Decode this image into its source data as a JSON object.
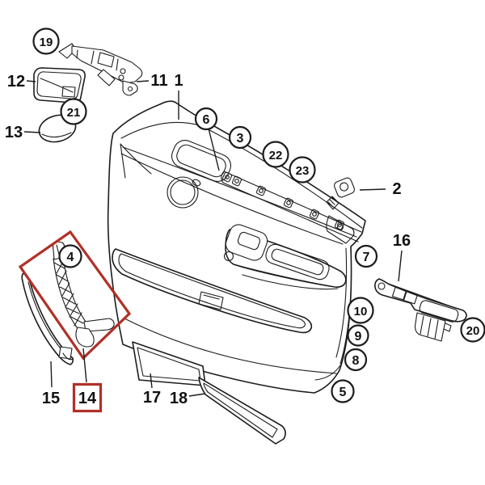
{
  "colors": {
    "line": "#1c1c1c",
    "highlight": "#b13028",
    "background": "#ffffff"
  },
  "callouts": {
    "plain": {
      "p1": "1",
      "p2": "2",
      "p11": "11",
      "p12": "12",
      "p13": "13",
      "p14": "14",
      "p15": "15",
      "p16": "16",
      "p17": "17",
      "p18": "18"
    },
    "circled": {
      "c3": "3",
      "c4": "4",
      "c5": "5",
      "c6": "6",
      "c7": "7",
      "c8": "8",
      "c9": "9",
      "c10": "10",
      "c19": "19",
      "c20": "20",
      "c21": "21",
      "c22": "22",
      "c23": "23"
    }
  },
  "highlighted_callouts": [
    "4",
    "14"
  ]
}
